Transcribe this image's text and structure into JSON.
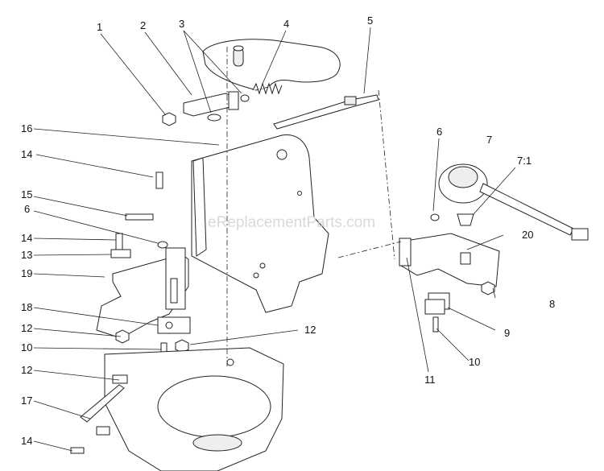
{
  "watermark": "eReplacementParts.com",
  "callouts": [
    {
      "id": "c1",
      "label": "1"
    },
    {
      "id": "c2",
      "label": "2"
    },
    {
      "id": "c3",
      "label": "3"
    },
    {
      "id": "c4",
      "label": "4"
    },
    {
      "id": "c5",
      "label": "5"
    },
    {
      "id": "c6a",
      "label": "6"
    },
    {
      "id": "c7",
      "label": "7"
    },
    {
      "id": "c7_1",
      "label": "7:1"
    },
    {
      "id": "c16",
      "label": "16"
    },
    {
      "id": "c14a",
      "label": "14"
    },
    {
      "id": "c15",
      "label": "15"
    },
    {
      "id": "c6b",
      "label": "6"
    },
    {
      "id": "c20",
      "label": "20"
    },
    {
      "id": "c14b",
      "label": "14"
    },
    {
      "id": "c13",
      "label": "13"
    },
    {
      "id": "c19",
      "label": "19"
    },
    {
      "id": "c8",
      "label": "8"
    },
    {
      "id": "c18",
      "label": "18"
    },
    {
      "id": "c9",
      "label": "9"
    },
    {
      "id": "c12a",
      "label": "12"
    },
    {
      "id": "c12b",
      "label": "12"
    },
    {
      "id": "c10a",
      "label": "10"
    },
    {
      "id": "c10b",
      "label": "10"
    },
    {
      "id": "c11",
      "label": "11"
    },
    {
      "id": "c12c",
      "label": "12"
    },
    {
      "id": "c17",
      "label": "17"
    },
    {
      "id": "c14c",
      "label": "14"
    }
  ]
}
